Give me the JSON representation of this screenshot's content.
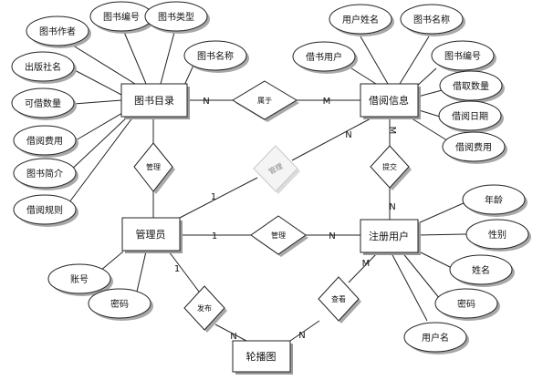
{
  "entities": {
    "book_catalog": "图书目录",
    "borrow_info": "借阅信息",
    "admin": "管理员",
    "registered_user": "注册用户",
    "carousel": "轮播图"
  },
  "book_catalog_attributes": {
    "author": "图书作者",
    "book_no": "图书编号",
    "book_type": "图书类型",
    "book_name": "图书名称",
    "publisher": "出版社名",
    "borrowable_qty": "可借数量",
    "borrow_fee": "借阅费用",
    "intro": "图书简介",
    "borrow_rules": "借阅规则"
  },
  "borrow_info_attributes": {
    "username": "用户姓名",
    "book_name": "图书名称",
    "book_user": "借书用户",
    "book_no": "图书编号",
    "borrow_qty": "借取数量",
    "borrow_date": "借阅日期",
    "borrow_fee": "借阅费用"
  },
  "admin_attributes": {
    "account": "账号",
    "password": "密码"
  },
  "registered_user_attributes": {
    "age": "年龄",
    "gender": "性别",
    "name": "姓名",
    "password": "密码",
    "account_name": "用户名"
  },
  "relationships": {
    "belongs": "属于",
    "manage_catalog": "管理",
    "manage_borrow": "管理",
    "submit": "提交",
    "manage_user": "管理",
    "publish": "发布",
    "view": "查看"
  },
  "cardinalities": {
    "belongs_catalog": "N",
    "belongs_borrow": "M",
    "borrow_submit": "M",
    "submit_user": "N",
    "borrow_manage": "N",
    "admin_manage_borrow": "1",
    "admin_manage_user": "1",
    "manage_user_user": "N",
    "admin_publish": "1",
    "publish_carousel": "N",
    "carousel_view": "N",
    "view_user": "M"
  },
  "colors": {
    "line": "#222222",
    "shadow": "#9a9a9a",
    "faded_stroke": "#c8c8c8"
  }
}
